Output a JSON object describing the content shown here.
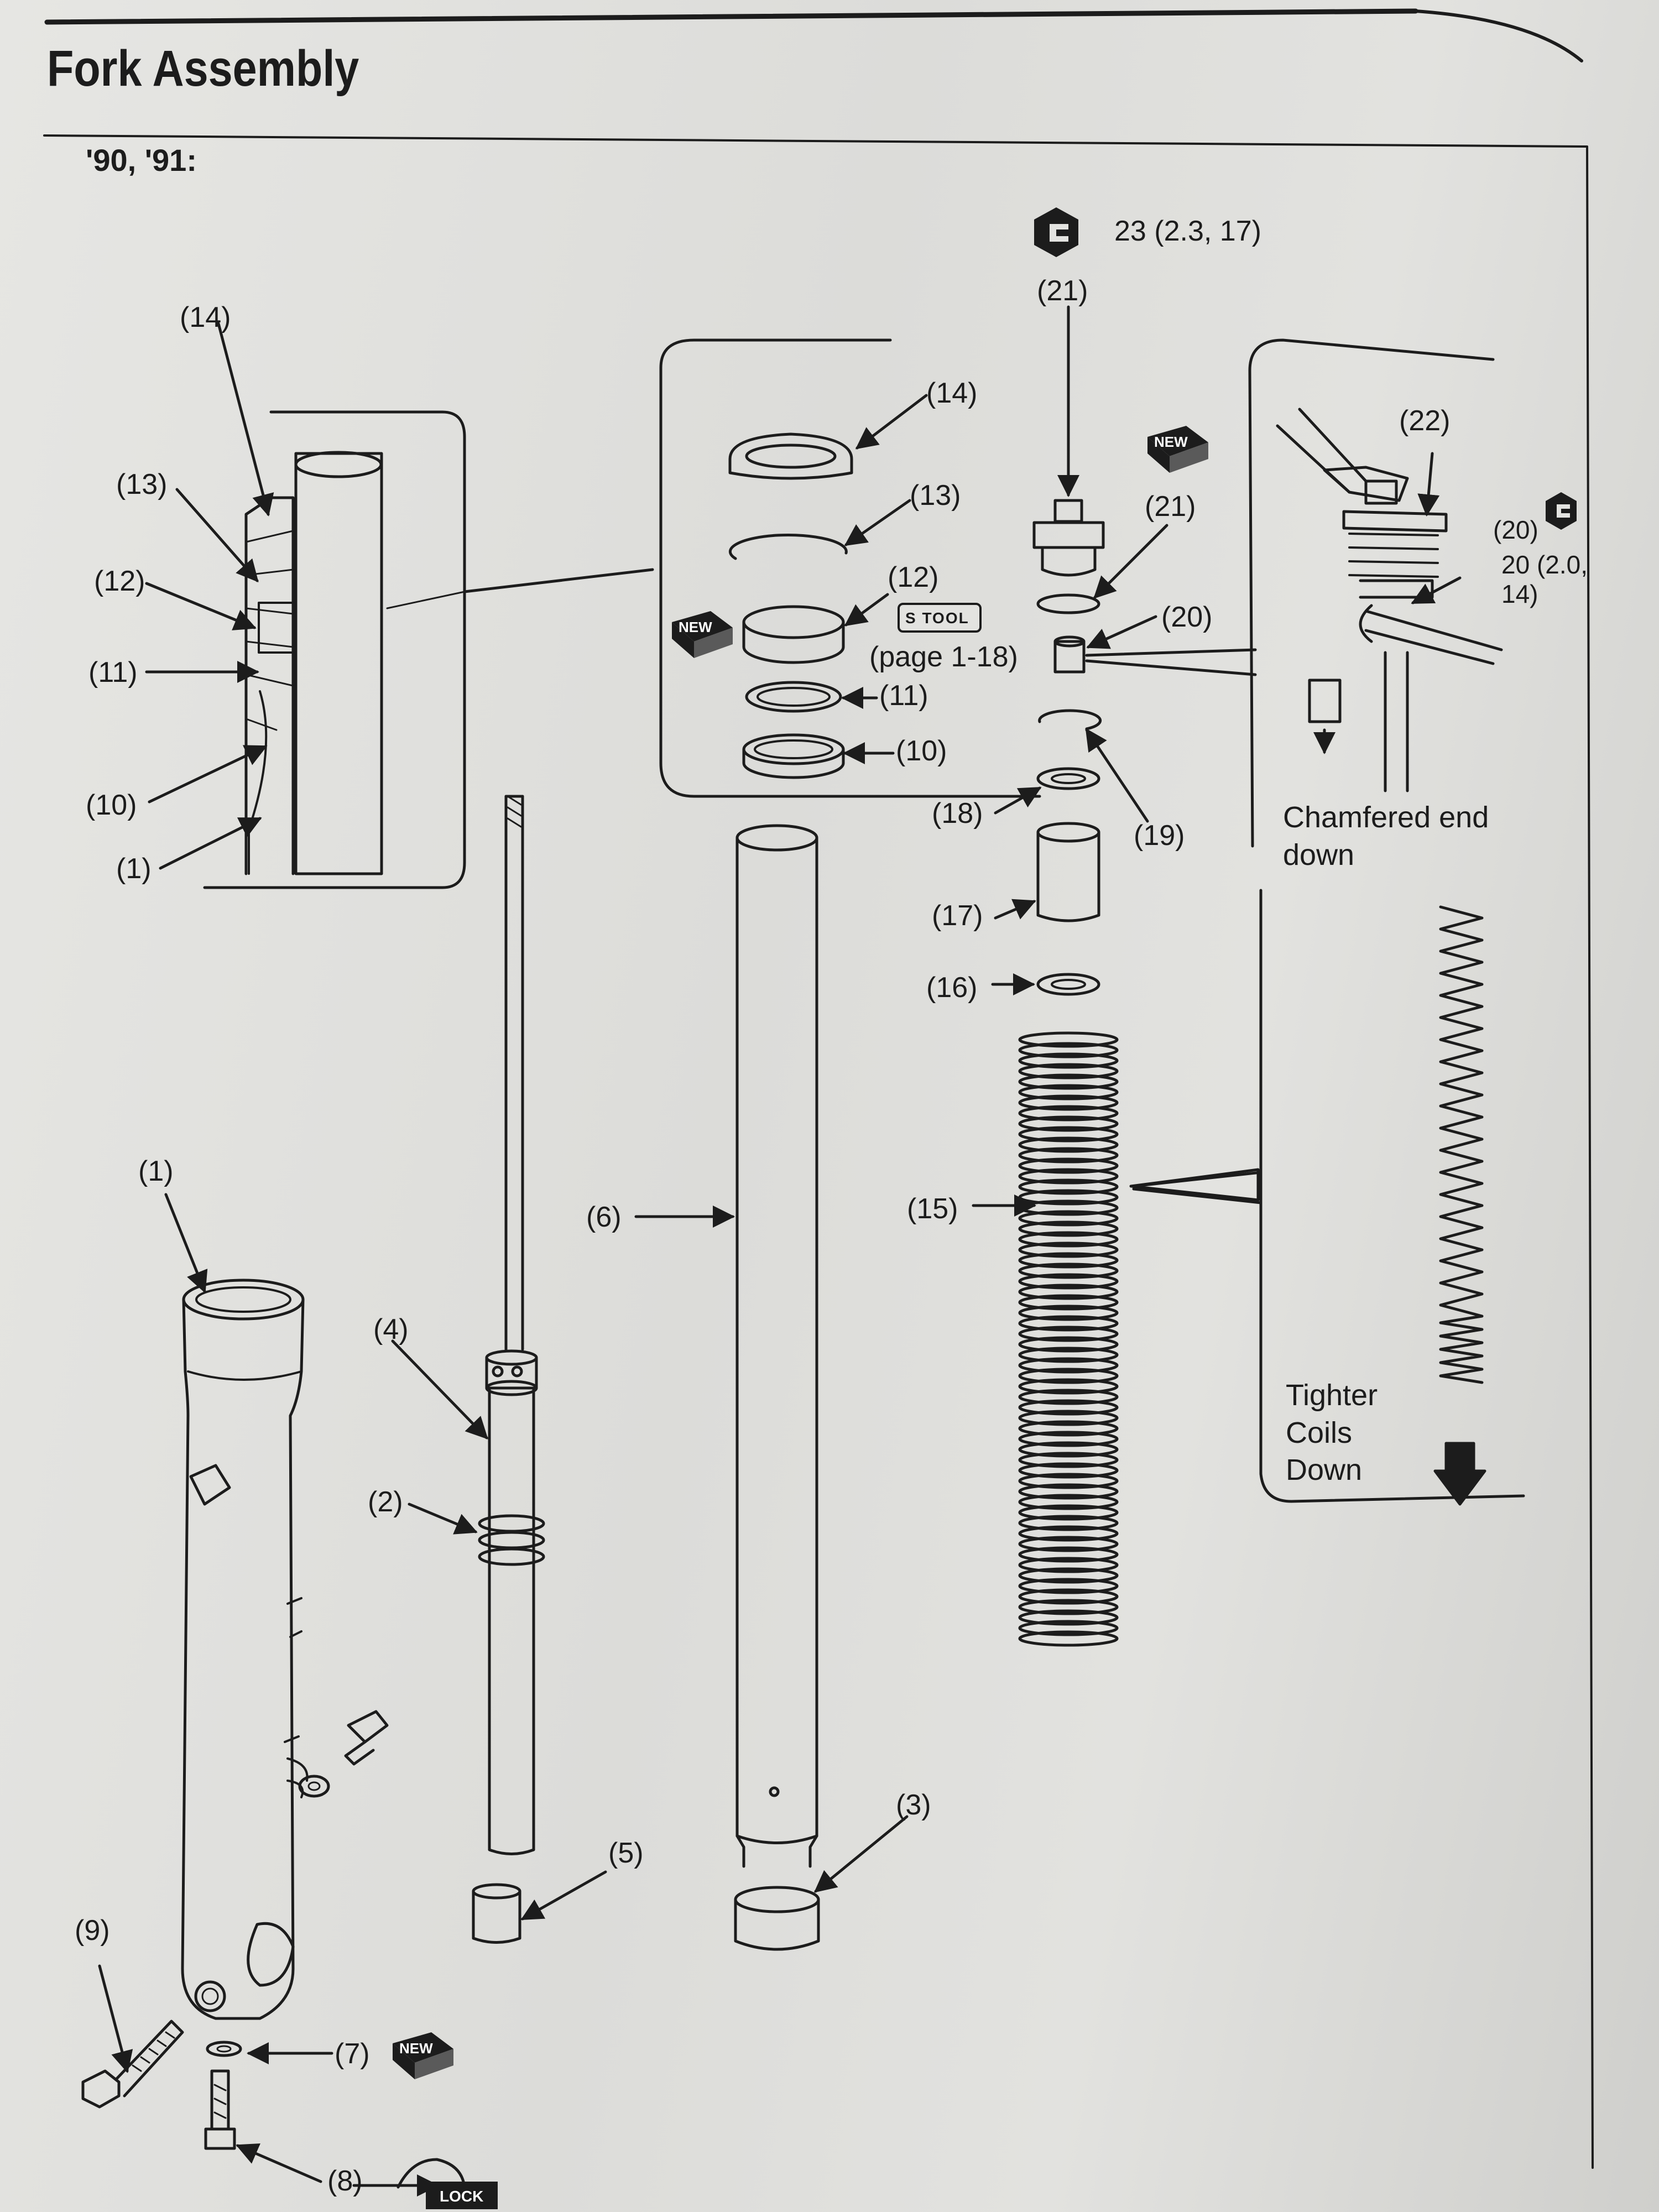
{
  "header": {
    "title": "Fork Assembly",
    "years": "'90, '91:"
  },
  "torque_top": {
    "label": "23 (2.3, 17)"
  },
  "torque_side": {
    "id": "(20)",
    "value": "20 (2.0,\n14)"
  },
  "tool": {
    "badge": "S TOOL",
    "page_ref": "(page 1-18)"
  },
  "badges": {
    "new": "NEW",
    "lock": "LOCK"
  },
  "notes": {
    "chamfered": "Chamfered end\ndown",
    "coils": "Tighter\nCoils\nDown"
  },
  "callouts": {
    "inset_14": "(14)",
    "inset_13": "(13)",
    "inset_12": "(12)",
    "inset_11": "(11)",
    "inset_10": "(10)",
    "inset_1": "(1)",
    "exp_14": "(14)",
    "exp_13": "(13)",
    "exp_12": "(12)",
    "exp_11": "(11)",
    "exp_10": "(10)",
    "p21_top": "(21)",
    "p21_oring": "(21)",
    "p20": "(20)",
    "p22": "(22)",
    "p19": "(19)",
    "p18": "(18)",
    "p17": "(17)",
    "p16": "(16)",
    "p15": "(15)",
    "p6": "(6)",
    "p1": "(1)",
    "p4": "(4)",
    "p2": "(2)",
    "p5": "(5)",
    "p3": "(3)",
    "p9": "(9)",
    "p7": "(7)",
    "p8": "(8)"
  },
  "colors": {
    "ink": "#1c1c1c",
    "paper": "#e3e3e0"
  }
}
